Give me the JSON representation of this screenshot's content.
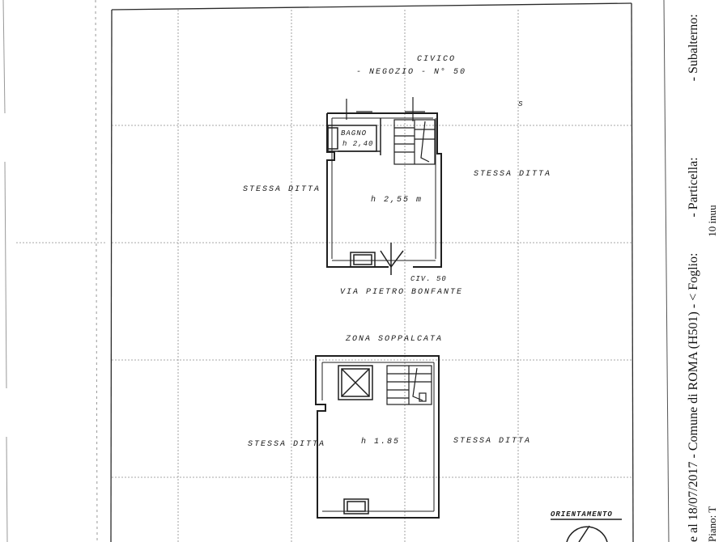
{
  "plan": {
    "civico": "CIVICO",
    "negozio": "- NEGOZIO - N° 50",
    "s_mark": "S",
    "bagno": "BAGNO",
    "h_bagno": "h 2,40",
    "h_ground": "h 2,55 m",
    "stessa_ditta_left_top": "STESSA DITTA",
    "stessa_ditta_right_top": "STESSA DITTA",
    "civ": "CIV. 50",
    "street": "VIA PIETRO BONFANTE",
    "zona": "ZONA SOPPALCATA",
    "h_mezz": "h 1.85",
    "stessa_ditta_left_bottom": "STESSA DITTA",
    "stessa_ditta_right_bottom": "STESSA DITTA",
    "orientamento": "ORIENTAMENTO"
  },
  "margin": {
    "text_main": "e al 18/07/2017 - Comune di ROMA (H501) - < Foglio:",
    "text_right_1": "- Particella:",
    "text_right_2": "- Subalterno:",
    "text_right_3": ">",
    "text_col2_a": "Piano: T",
    "text_col2_b": "10 inuu"
  },
  "colors": {
    "line": "#1f1f1f",
    "grid": "#8a8a8a",
    "paper": "#ffffff"
  }
}
